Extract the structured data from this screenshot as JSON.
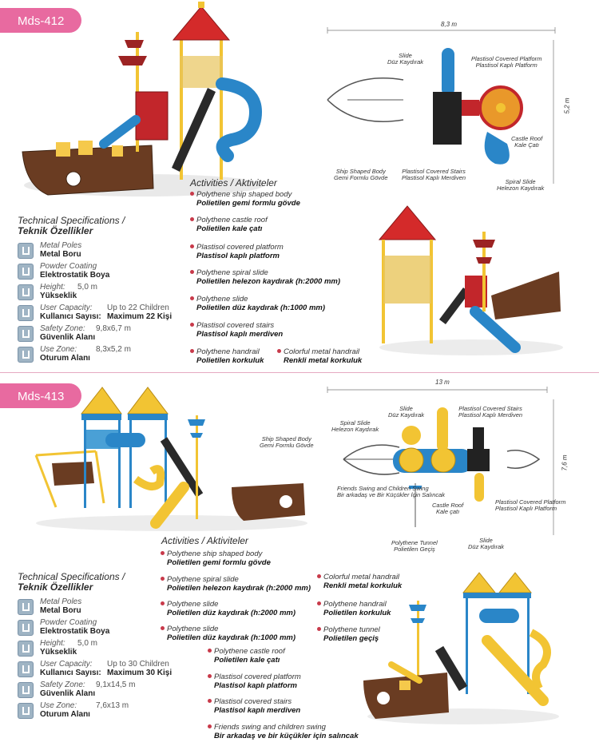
{
  "products": [
    {
      "code": "Mds-412",
      "spec_title_1": "Technical Specifications /",
      "spec_title_2": "Teknik Özellikler",
      "specs": [
        {
          "icon": "metal-poles-icon",
          "en": "Metal Poles",
          "tr": "Metal Boru",
          "v1": "",
          "v2": ""
        },
        {
          "icon": "powder-coating-icon",
          "en": "Powder Coating",
          "tr": "Elektrostatik Boya",
          "v1": "",
          "v2": ""
        },
        {
          "icon": "height-icon",
          "en": "Height:",
          "tr": "Yükseklik",
          "v1": "5,0 m",
          "v2": ""
        },
        {
          "icon": "user-capacity-icon",
          "en": "User Capacity:",
          "tr": "Kullanıcı Sayısı:",
          "v1": "Up to 22 Children",
          "v2": "Maximum 22 Kişi"
        },
        {
          "icon": "safety-zone-icon",
          "en": "Safety Zone:",
          "tr": "Güvenlik Alanı",
          "v1": "9,8x6,7 m",
          "v2": ""
        },
        {
          "icon": "use-zone-icon",
          "en": "Use Zone:",
          "tr": "Oturum Alanı",
          "v1": "8,3x5,2 m",
          "v2": ""
        }
      ],
      "activities_title": "Activities / Aktiviteler",
      "activities": [
        {
          "en": "Polythene ship shaped body",
          "tr": "Polietilen gemi formlu gövde"
        },
        {
          "en": "Polythene castle roof",
          "tr": "Polietilen kale çatı"
        },
        {
          "en": "Plastisol covered platform",
          "tr": "Plastisol kaplı platform"
        },
        {
          "en": "Polythene spiral slide",
          "tr": "Polietilen helezon kaydırak (h:2000 mm)"
        },
        {
          "en": "Polythene slide",
          "tr": "Polietilen düz kaydırak (h:1000 mm)"
        },
        {
          "en": "Plastisol covered stairs",
          "tr": "Plastisol kaplı merdiven"
        },
        {
          "en": "Polythene handrail",
          "tr": "Polietilen korkuluk"
        },
        {
          "en": "Colorful metal handrail",
          "tr": "Renkli metal korkuluk"
        }
      ],
      "plan": {
        "width_dim": "8,3 m",
        "depth_dim": "5,2 m",
        "labels": [
          {
            "en": "Slide",
            "tr": "Düz Kaydırak"
          },
          {
            "en": "Plastisol Covered Platform",
            "tr": "Plastisol Kaplı Platform"
          },
          {
            "en": "Castle Roof",
            "tr": "Kale Çatı"
          },
          {
            "en": "Ship Shaped Body",
            "tr": "Gemi Formlu Gövde"
          },
          {
            "en": "Plastisol Covered Stairs",
            "tr": "Plastisol Kaplı Merdiven"
          },
          {
            "en": "Spiral Slide",
            "tr": "Helezon Kaydırak"
          }
        ]
      }
    },
    {
      "code": "Mds-413",
      "spec_title_1": "Technical Specifications /",
      "spec_title_2": "Teknik Özellikler",
      "specs": [
        {
          "icon": "metal-poles-icon",
          "en": "Metal Poles",
          "tr": "Metal Boru",
          "v1": "",
          "v2": ""
        },
        {
          "icon": "powder-coating-icon",
          "en": "Powder Coating",
          "tr": "Elektrostatik Boya",
          "v1": "",
          "v2": ""
        },
        {
          "icon": "height-icon",
          "en": "Height:",
          "tr": "Yükseklik",
          "v1": "5,0 m",
          "v2": ""
        },
        {
          "icon": "user-capacity-icon",
          "en": "User Capacity:",
          "tr": "Kullanıcı Sayısı:",
          "v1": "Up to 30 Children",
          "v2": "Maximum 30 Kişi"
        },
        {
          "icon": "safety-zone-icon",
          "en": "Safety Zone:",
          "tr": "Güvenlik Alanı",
          "v1": "9,1x14,5 m",
          "v2": ""
        },
        {
          "icon": "use-zone-icon",
          "en": "Use Zone:",
          "tr": "Oturum Alanı",
          "v1": "7,6x13 m",
          "v2": ""
        }
      ],
      "activities_title": "Activities / Aktiviteler",
      "activities": [
        {
          "en": "Polythene ship shaped body",
          "tr": "Polietilen gemi formlu gövde"
        },
        {
          "en": "Polythene spiral slide",
          "tr": "Polietilen helezon kaydırak (h:2000 mm)"
        },
        {
          "en": "Polythene slide",
          "tr": "Polietilen düz kaydırak (h:2000 mm)"
        },
        {
          "en": "Polythene slide",
          "tr": "Polietilen düz kaydırak (h:1000 mm)"
        },
        {
          "en": "Polythene castle roof",
          "tr": "Polietilen kale çatı"
        },
        {
          "en": "Plastisol covered platform",
          "tr": "Plastisol kaplı platform"
        },
        {
          "en": "Plastisol covered stairs",
          "tr": "Plastisol kaplı merdiven"
        },
        {
          "en": "Friends swing and children swing",
          "tr": "Bir arkadaş ve bir küçükler için salıncak"
        },
        {
          "en": "Colorful metal handrail",
          "tr": "Renkli metal korkuluk"
        },
        {
          "en": "Polythene handrail",
          "tr": "Polietilen korkuluk"
        },
        {
          "en": "Polythene tunnel",
          "tr": "Polietilen geçiş"
        }
      ],
      "plan": {
        "width_dim": "13 m",
        "depth_dim": "7,6 m",
        "labels": [
          {
            "en": "Slide",
            "tr": "Düz Kaydırak"
          },
          {
            "en": "Plastisol Covered Stairs",
            "tr": "Plastisol Kaplı Merdiven"
          },
          {
            "en": "Spiral Slide",
            "tr": "Helezon Kaydırak"
          },
          {
            "en": "Ship Shaped Body",
            "tr": "Gemi Formlu Gövde"
          },
          {
            "en": "Friends Swing and Children Swing",
            "tr": "Bir arkadaş ve Bir Küçükler İçin Salıncak"
          },
          {
            "en": "Castle Roof",
            "tr": "Kale çatı"
          },
          {
            "en": "Plastisol Covered Platform",
            "tr": "Plastisol Kaplı Platform"
          },
          {
            "en": "Polythene Tunnel",
            "tr": "Polietilen Geçiş"
          },
          {
            "en": "Slide",
            "tr": "Düz Kaydırak"
          }
        ]
      }
    }
  ]
}
